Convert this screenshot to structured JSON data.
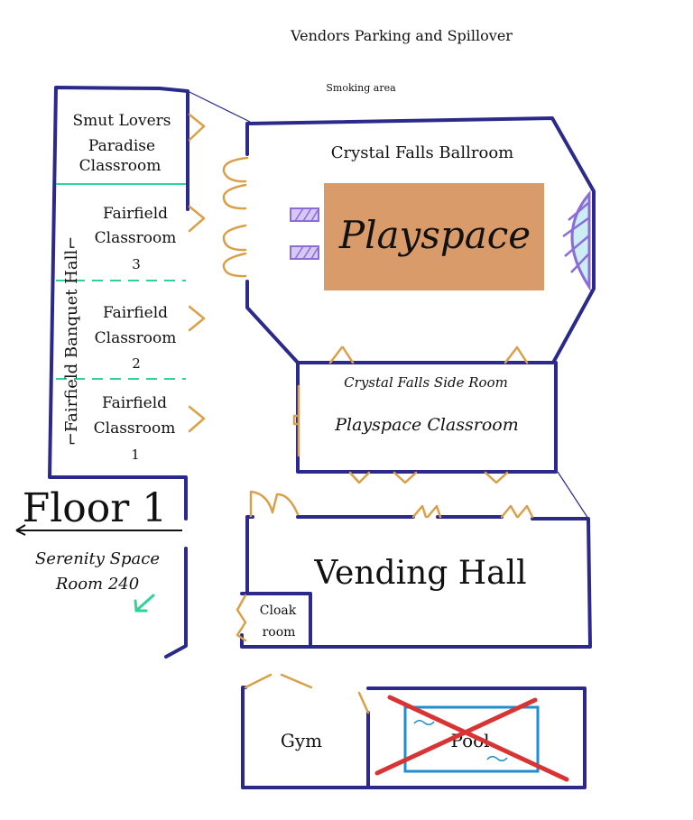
{
  "map": {
    "top_label": "Vendors Parking and Spillover",
    "smoking_label": "Smoking area",
    "floor_title": "Floor 1",
    "left_wing": {
      "vertical_label": "⌐Fairfield Banquet Hall⌐",
      "rooms": [
        {
          "line1": "Smut Lovers",
          "line2": "Paradise",
          "line3": "Classroom"
        },
        {
          "line1": "Fairfield",
          "line2": "Classroom",
          "line3": "3"
        },
        {
          "line1": "Fairfield",
          "line2": "Classroom",
          "line3": "2"
        },
        {
          "line1": "Fairfield",
          "line2": "Classroom",
          "line3": "1"
        }
      ]
    },
    "ballroom": {
      "name": "Crystal Falls Ballroom",
      "stage_label": "Playspace",
      "stage_color": "#d99b6a"
    },
    "side_room": {
      "name": "Crystal Falls Side Room",
      "subtitle": "Playspace Classroom"
    },
    "vending_hall": {
      "name": "Vending Hall"
    },
    "cloak_room": {
      "line1": "Cloak",
      "line2": "room"
    },
    "serenity": {
      "line1": "Serenity Space",
      "line2": "Room 240"
    },
    "gym": {
      "name": "Gym"
    },
    "pool": {
      "name": "Pool",
      "closed": true
    },
    "colors": {
      "walls": "#2b2a8a",
      "doors": "#d9a04a",
      "dividers": "#2fd39a",
      "pool_border": "#1f8fd0",
      "pool_cross": "#d83434",
      "arrow": "#2fd39a"
    }
  }
}
